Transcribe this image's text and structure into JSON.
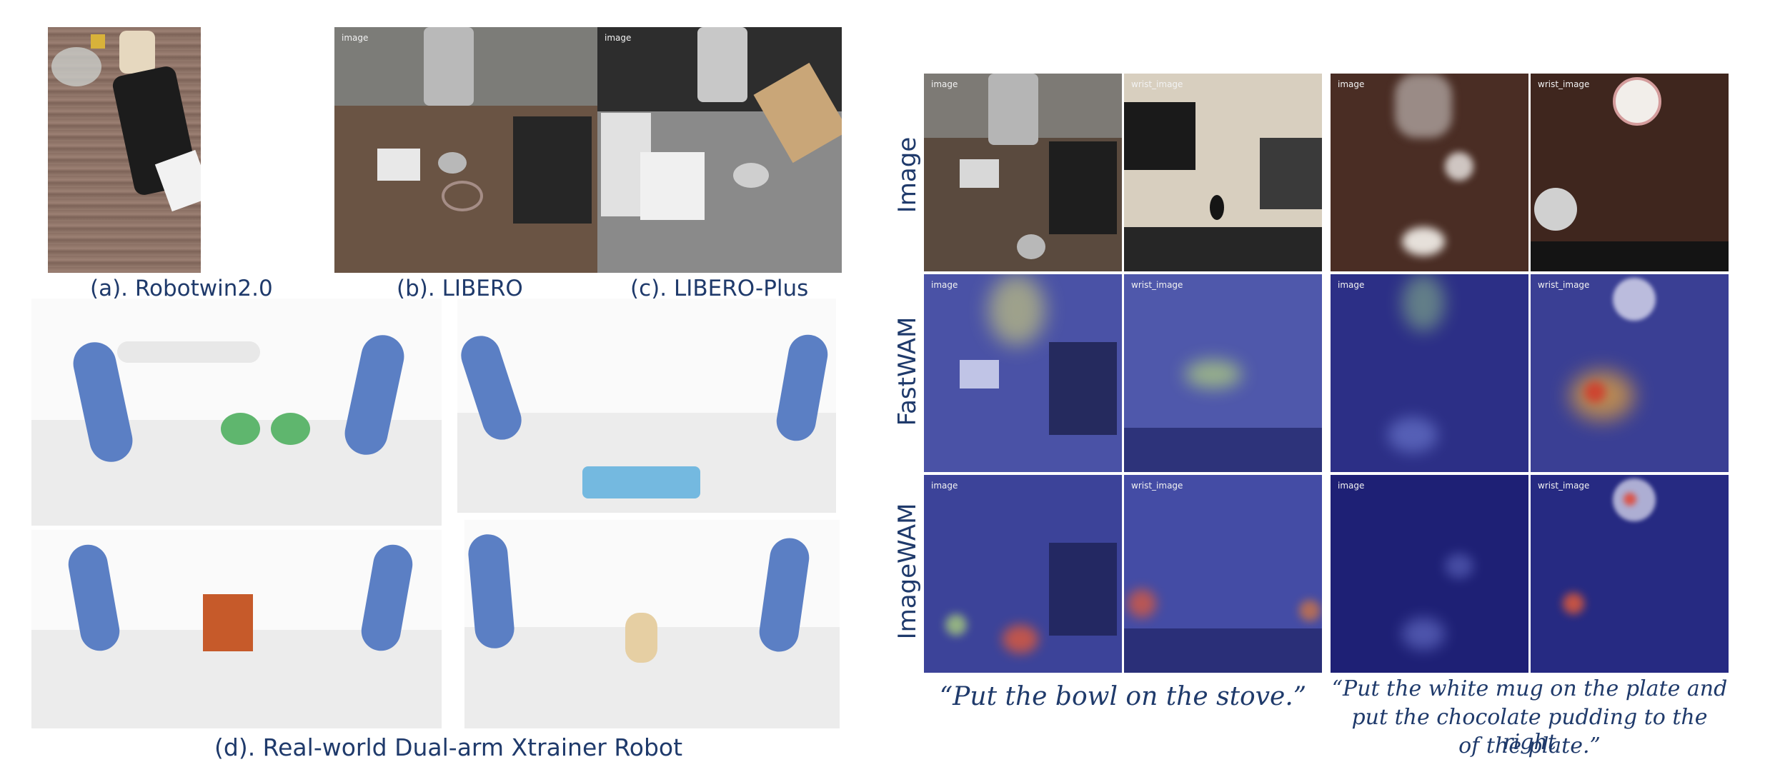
{
  "simulation_captions": {
    "robotwin": "(a). Robotwin2.0",
    "libero": "(b). LIBERO",
    "libero_plus": "(c). LIBERO-Plus"
  },
  "real_world_caption": "(d). Real-world  Dual-arm Xtrainer Robot",
  "panel_tags": {
    "image": "image",
    "wrist_image": "wrist_image"
  },
  "row_labels": [
    "Image",
    "FastWAM",
    "ImageWAM"
  ],
  "quotes": {
    "left": "“Put the bowl on the stove.”",
    "right_line1": "“Put the white mug on the plate and",
    "right_line2": "put the chocolate pudding to the right",
    "right_line3": "of the plate.”"
  },
  "colors": {
    "caption_text": "#1f3a6b",
    "heatmap_base": "#2a2f9a",
    "robot_blue": "#5b7fc4"
  }
}
